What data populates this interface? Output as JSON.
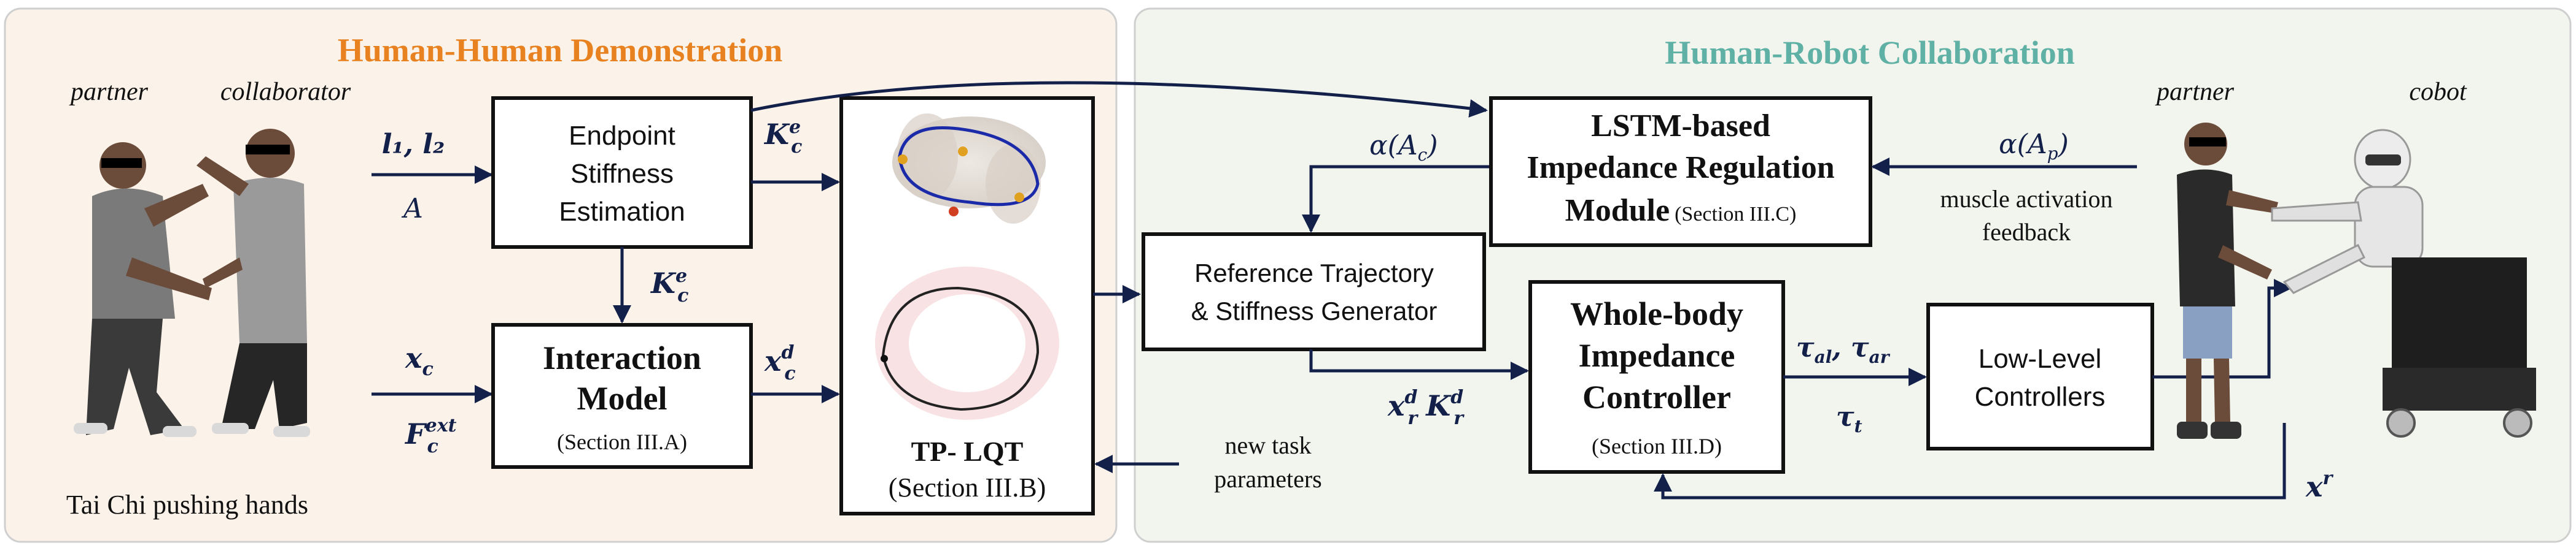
{
  "panels": {
    "left_title": "Human-Human Demonstration",
    "right_title": "Human-Robot Collaboration",
    "left_title_color": "#e8811f",
    "right_title_color": "#5fb0a5",
    "left_bg": "#fbf3ea",
    "right_bg": "#f2f5ee"
  },
  "people": {
    "partner_left": "partner",
    "collaborator": "collaborator",
    "caption": "Tai Chi pushing hands",
    "partner_right": "partner",
    "cobot": "cobot"
  },
  "boxes": {
    "endpoint": [
      "Endpoint",
      "Stiffness",
      "Estimation"
    ],
    "interaction_title": [
      "Interaction",
      "Model"
    ],
    "interaction_section": "(Section III.A)",
    "tplqt_title": "TP- LQT",
    "tplqt_section": "(Section III.B)",
    "reference": [
      "Reference Trajectory",
      "& Stiffness Generator"
    ],
    "lstm_title": [
      "LSTM-based",
      "Impedance Regulation"
    ],
    "lstm_module": "Module",
    "lstm_section": "(Section III.C)",
    "wbc_title": [
      "Whole-body",
      "Impedance",
      "Controller"
    ],
    "wbc_section": "(Section III.D)",
    "lowlevel": [
      "Low-Level",
      "Controllers"
    ]
  },
  "signals": {
    "l1l2": "l₁, l₂",
    "A": "A",
    "Kce_top": "K",
    "Kce_mid": "K",
    "xc": "x",
    "Fc": "F",
    "xcd": "x",
    "alpha_c": "α(A",
    "alpha_p": "α(A",
    "muscle": [
      "muscle activation",
      "feedback"
    ],
    "xr_kr": "x",
    "tau_alar": "τ",
    "tau_t": "τ",
    "new_task": [
      "new task",
      "parameters"
    ],
    "xr": "x"
  },
  "icons": [
    "robot-arm-icon",
    "human-figure-icon",
    "ellipsoid-plot-icon",
    "trajectory-plot-icon"
  ]
}
